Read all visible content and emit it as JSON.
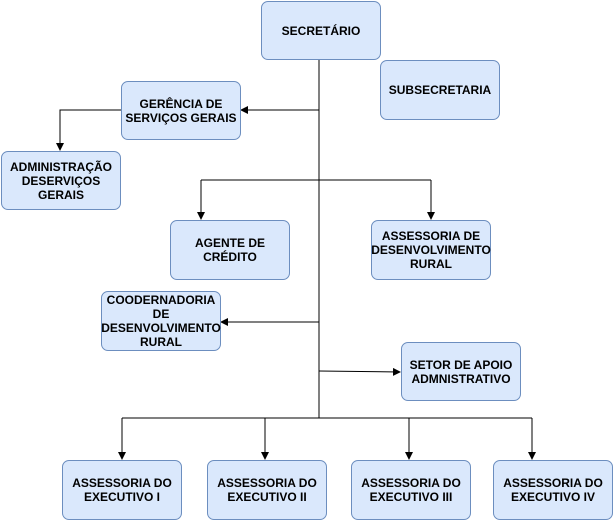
{
  "nodes": {
    "secretario": [
      "SECRETÁRIO"
    ],
    "subsecretaria": [
      "SUBSECRETARIA"
    ],
    "gerencia": [
      "GERÊNCIA DE",
      "SERVIÇOS GERAIS"
    ],
    "administracao": [
      "ADMINISTRAÇÃO",
      "DESERVIÇOS",
      "GERAIS"
    ],
    "agente": [
      "AGENTE DE",
      "CRÉDITO"
    ],
    "assessoria_rural": [
      "ASSESSORIA DE",
      "DESENVOLVIMENTO",
      "RURAL"
    ],
    "coordenadoria": [
      "COODERNADORIA",
      "DE",
      "DESENVOLVIMENTO",
      "RURAL"
    ],
    "setor_apoio": [
      "SETOR DE APOIO",
      "ADMNISTRATIVO"
    ],
    "exec1": [
      "ASSESSORIA DO",
      "EXECUTIVO I"
    ],
    "exec2": [
      "ASSESSORIA DO",
      "EXECUTIVO II"
    ],
    "exec3": [
      "ASSESSORIA DO",
      "EXECUTIVO III"
    ],
    "exec4": [
      "ASSESSORIA DO",
      "EXECUTIVO IV"
    ]
  }
}
